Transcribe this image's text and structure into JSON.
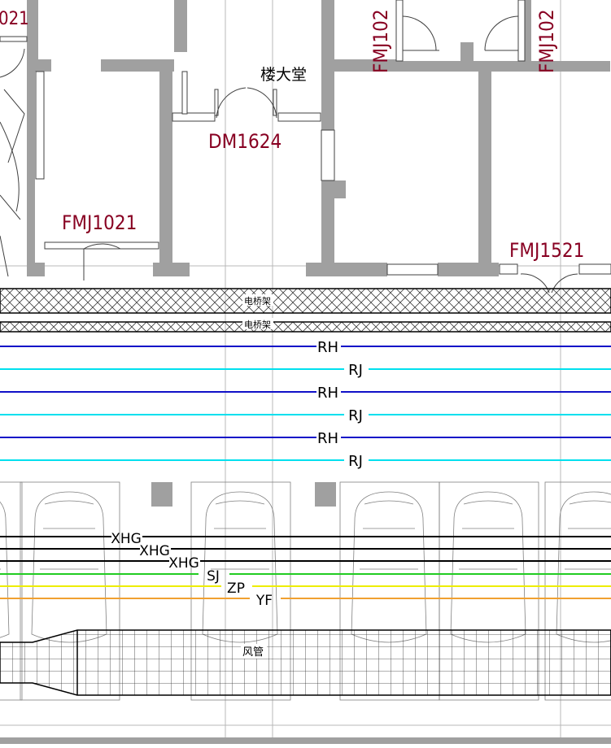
{
  "labels": {
    "door_top_left": "021",
    "door_dm1624": "DM1624",
    "lobby": "楼大堂",
    "door_fmj1021": "FMJ1021",
    "door_fmj1521": "FMJ1521",
    "door_vert_1": "FMJ102",
    "door_vert_2": "FMJ102",
    "tray_1": "电桥架",
    "tray_2": "电桥架",
    "duct": "风管"
  },
  "pipes": [
    {
      "code": "RH",
      "color": "#1010c8"
    },
    {
      "code": "RJ",
      "color": "#00e0ee"
    },
    {
      "code": "RH",
      "color": "#1010c8"
    },
    {
      "code": "RJ",
      "color": "#00e0ee"
    },
    {
      "code": "RH",
      "color": "#1010c8"
    },
    {
      "code": "RJ",
      "color": "#00e0ee"
    }
  ],
  "lower_pipes": [
    {
      "code": "XHG",
      "color": "#000000"
    },
    {
      "code": "XHG",
      "color": "#000000"
    },
    {
      "code": "XHG",
      "color": "#000000"
    },
    {
      "code": "SJ",
      "color": "#22cc22"
    },
    {
      "code": "ZP",
      "color": "#eeee00"
    },
    {
      "code": "YF",
      "color": "#f0a030"
    }
  ],
  "colors": {
    "wall": "#a0a0a0",
    "door_text": "#880022",
    "grid": "#b8b8b8",
    "linework": "#404040"
  }
}
